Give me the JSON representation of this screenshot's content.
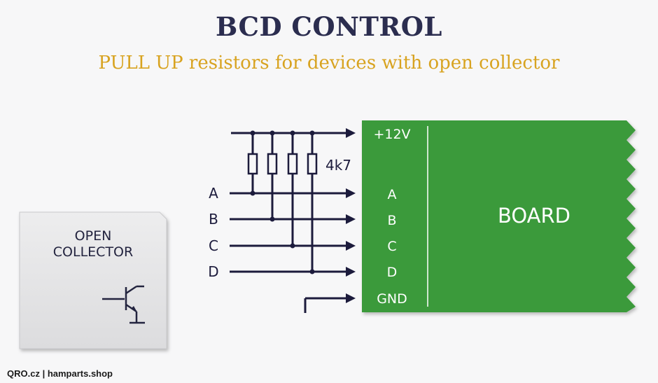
{
  "header": {
    "title": "BCD CONTROL",
    "subtitle": "PULL UP resistors for devices with open collector"
  },
  "resistor_value": "4k7",
  "inputs": [
    "A",
    "B",
    "C",
    "D"
  ],
  "board": {
    "name": "BOARD",
    "pins": [
      "+12V",
      "A",
      "B",
      "C",
      "D",
      "GND"
    ],
    "color": "#3a9a3a"
  },
  "open_collector": {
    "line1": "OPEN",
    "line2": "COLLECTOR"
  },
  "footer": "QRO.cz | hamparts.shop"
}
